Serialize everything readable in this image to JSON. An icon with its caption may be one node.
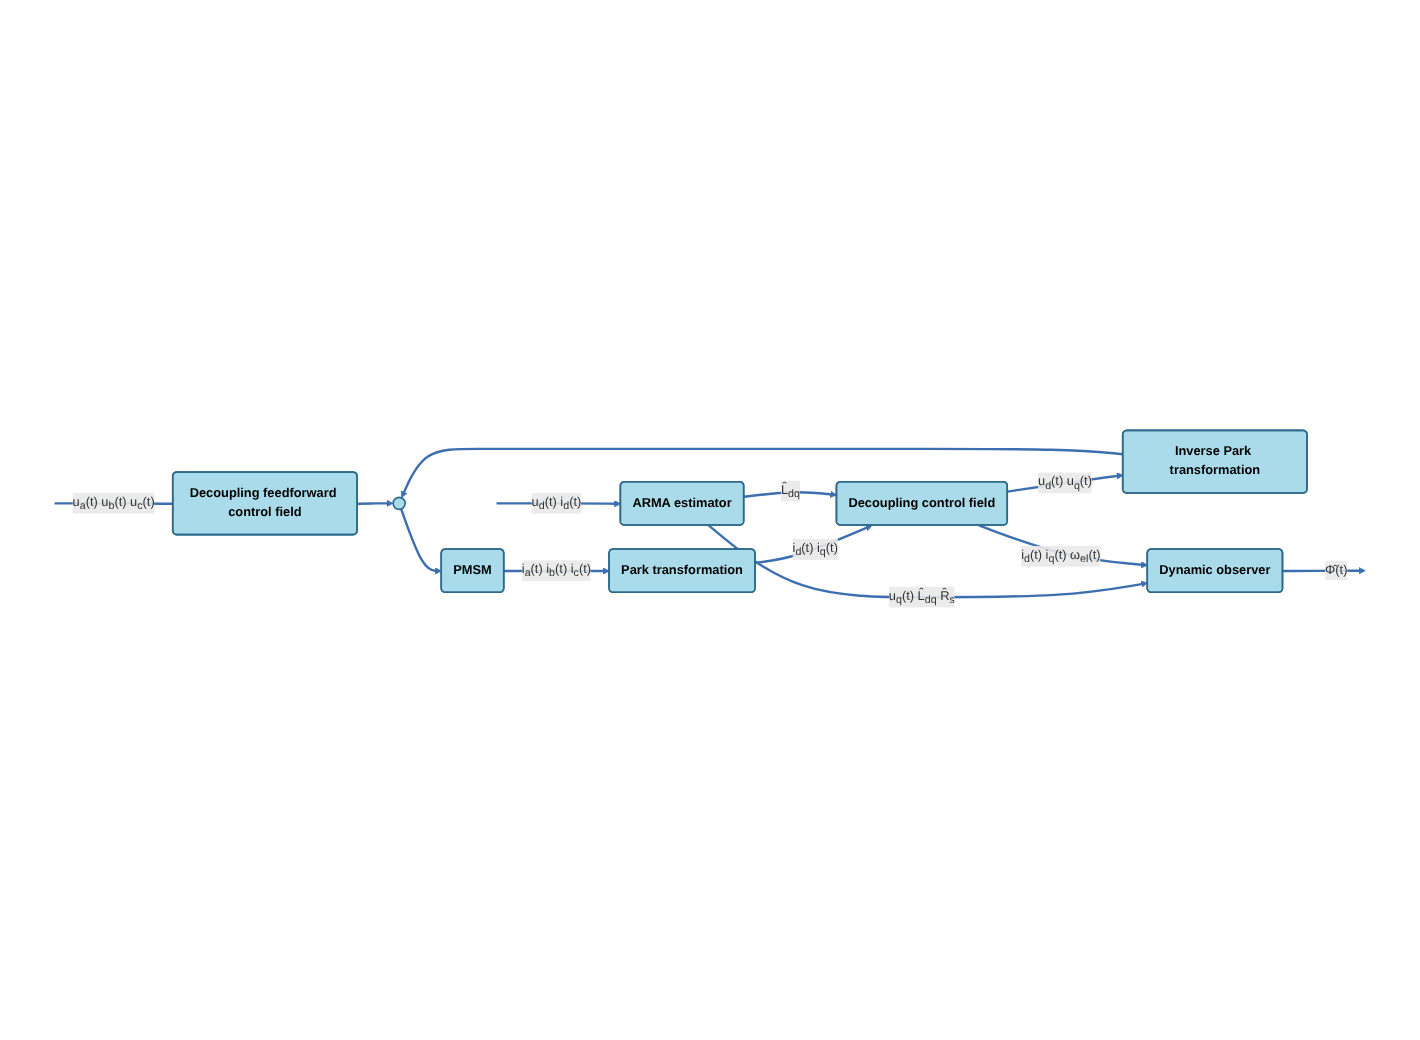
{
  "diagram": {
    "nodes": [
      {
        "text": [
          "Decoupling feedforward control field"
        ]
      },
      {
        "text": [],
        "shape": "circle"
      },
      {
        "text": [
          "PMSM"
        ]
      },
      {
        "text": [
          "Park transformation"
        ]
      },
      {
        "text": [
          "Decoupling control field"
        ]
      },
      {
        "text": [
          "Inverse Park transformation"
        ]
      },
      {
        "text": [
          "ARMA estimator"
        ]
      },
      {
        "text": [
          "Dynamic observer"
        ]
      }
    ],
    "edges": [
      {
        "from": null,
        "to": 0,
        "arrow": "none",
        "label": "u$_{a}$(t) u$_{b}$(t) u$_{c}$(t)"
      },
      {
        "from": 0,
        "to": 1,
        "arrow": "to"
      },
      {
        "from": 1,
        "to": 2,
        "arrow": "to"
      },
      {
        "from": 2,
        "to": 3,
        "arrow": "to",
        "label": "i$_{a}$(t) i$_{b}$(t) i$_{c}$(t)"
      },
      {
        "from": 3,
        "to": 4,
        "arrow": "to",
        "label": "i$_{d}$(t) i$_{q}$(t)"
      },
      {
        "from": 4,
        "to": 5,
        "arrow": "to",
        "label": "u$_{d}$(t) u$_{q}$(t)"
      },
      {
        "from": 5,
        "to": 1,
        "arrow": "to"
      },
      {
        "from": null,
        "to": 6,
        "arrow": "to",
        "label": "u$_{d}$(t) i$_{d}$(t)"
      },
      {
        "from": 6,
        "to": 7,
        "arrow": "to",
        "label": "u$_{q}$(t) L̂$_{dq}$ R̂$_{s}$"
      },
      {
        "from": 6,
        "to": 4,
        "arrow": "to",
        "label": "L̂$_{dq}$"
      },
      {
        "from": 4,
        "to": 7,
        "arrow": "to",
        "label": "i$_{d}$(t) i$_{q}$(t) ω$_{el}$(t)"
      },
      {
        "from": 7,
        "to": null,
        "arrow": "to",
        "label": "Φ̂(t)"
      }
    ]
  }
}
